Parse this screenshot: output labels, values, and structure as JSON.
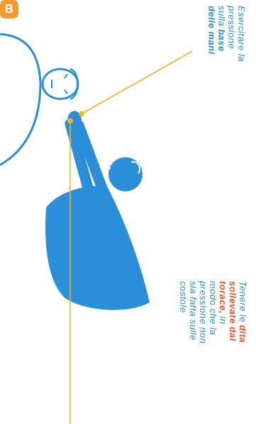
{
  "diagram": {
    "nodes": [
      {
        "text": [
          "B"
        ]
      }
    ],
    "labels": [
      "Esercitare la pressione sulla",
      "base delle mani",
      "Tenere le",
      "dita sollevate dal torace,",
      "in modo che la pressione non sia fatta sulle costole"
    ]
  }
}
